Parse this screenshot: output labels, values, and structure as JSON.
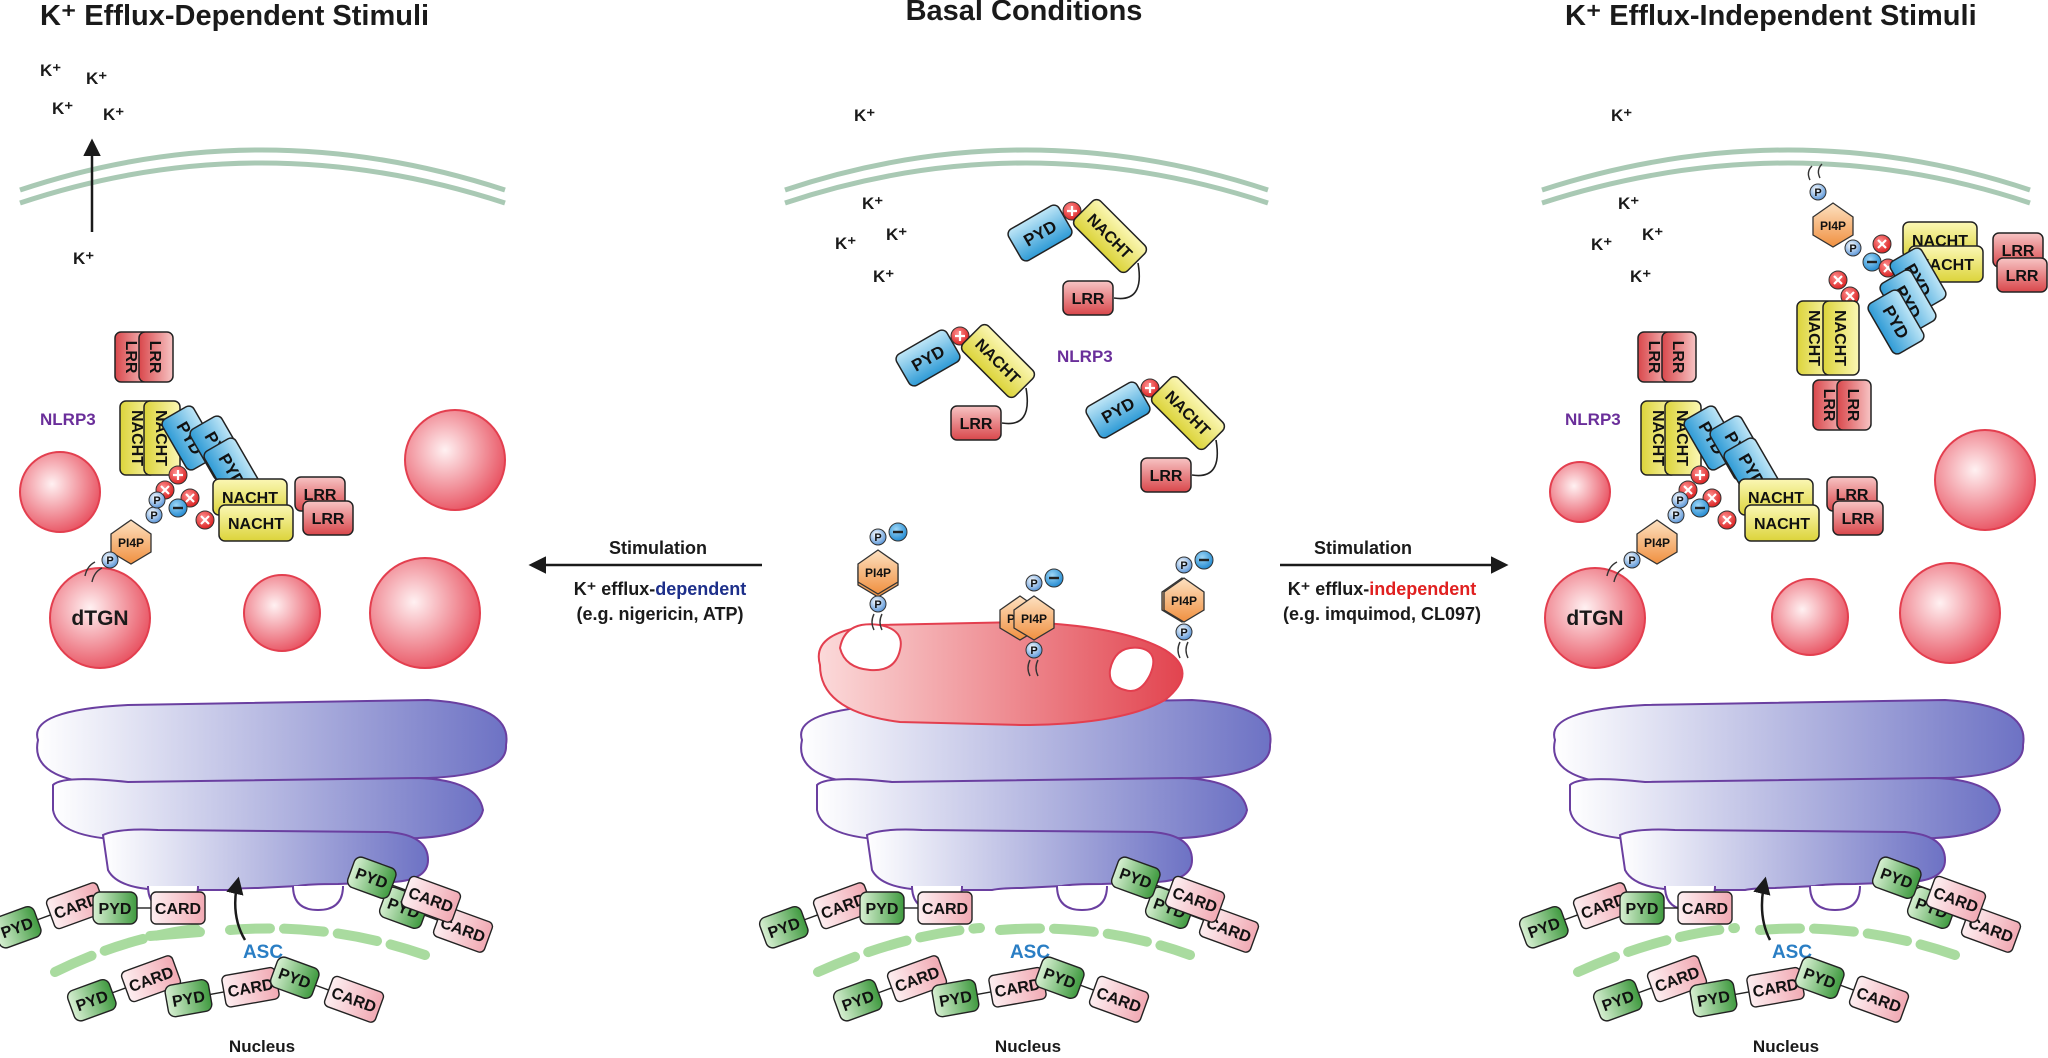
{
  "titles": {
    "left": "K⁺ Efflux-Dependent Stimuli",
    "center": "Basal Conditions",
    "right": "K⁺ Efflux-Independent Stimuli"
  },
  "ion_label": "K⁺",
  "domains": {
    "pyd": "PYD",
    "nacht": "NACHT",
    "lrr": "LRR",
    "card": "CARD",
    "pi4p": "PI4P",
    "phosphate": "P"
  },
  "labels": {
    "nlrp3": "NLRP3",
    "dtgn": "dTGN",
    "asc": "ASC",
    "nucleus": "Nucleus"
  },
  "arrows": {
    "left": {
      "title": "Stimulation",
      "line1_prefix": "K⁺ efflux-",
      "line1_highlight": "dependent",
      "line2": "(e.g. nigericin, ATP)"
    },
    "right": {
      "title": "Stimulation",
      "line1_prefix": "K⁺ efflux-",
      "line1_highlight": "independent",
      "line2": "(e.g. imquimod, CL097)"
    }
  },
  "colors": {
    "membrane": "#a9c9b4",
    "golgi": "#7a7fc9",
    "golgi_outline": "#6a3fa0",
    "vesicle": "#e8505f",
    "pyd": "#3ea8dc",
    "nacht": "#e6e04a",
    "lrr": "#e05a5a",
    "pi4p": "#f2a35a",
    "asc_pyd": "#4aa64a",
    "asc_card": "#f3b8c0",
    "nlrp3_text": "#6a2e9a",
    "asc_text": "#2a7ec4",
    "dependent": "#1d2f8a",
    "independent": "#e02020"
  }
}
